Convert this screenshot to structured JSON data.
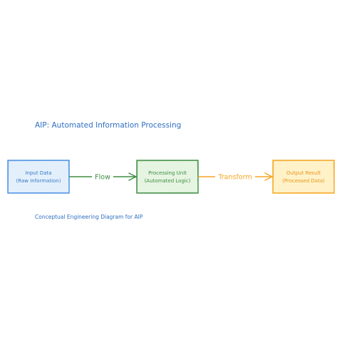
{
  "diagram": {
    "title": "AIP: Automated Information Processing",
    "caption": "Conceptual Engineering Diagram for AIP",
    "nodes": [
      {
        "id": "input",
        "line1": "Input Data",
        "line2": "(Raw Information)",
        "stroke": "#4a90e2",
        "fill": "#e3f0fc",
        "text_color": "#3a78c4"
      },
      {
        "id": "processing",
        "line1": "Processing Unit",
        "line2": "(Automated Logic)",
        "stroke": "#3e8e41",
        "fill": "#e6f4e2",
        "text_color": "#3e8e41"
      },
      {
        "id": "output",
        "line1": "Output Result",
        "line2": "(Processed Data)",
        "stroke": "#f5a623",
        "fill": "#fff2c8",
        "text_color": "#e8961c"
      }
    ],
    "edges": [
      {
        "from": "input",
        "to": "processing",
        "label": "Flow",
        "color": "#3e8e41"
      },
      {
        "from": "processing",
        "to": "output",
        "label": "Transform",
        "color": "#f5a623"
      }
    ],
    "title_color": "#2f6fc1",
    "caption_color": "#2f6fc1"
  }
}
